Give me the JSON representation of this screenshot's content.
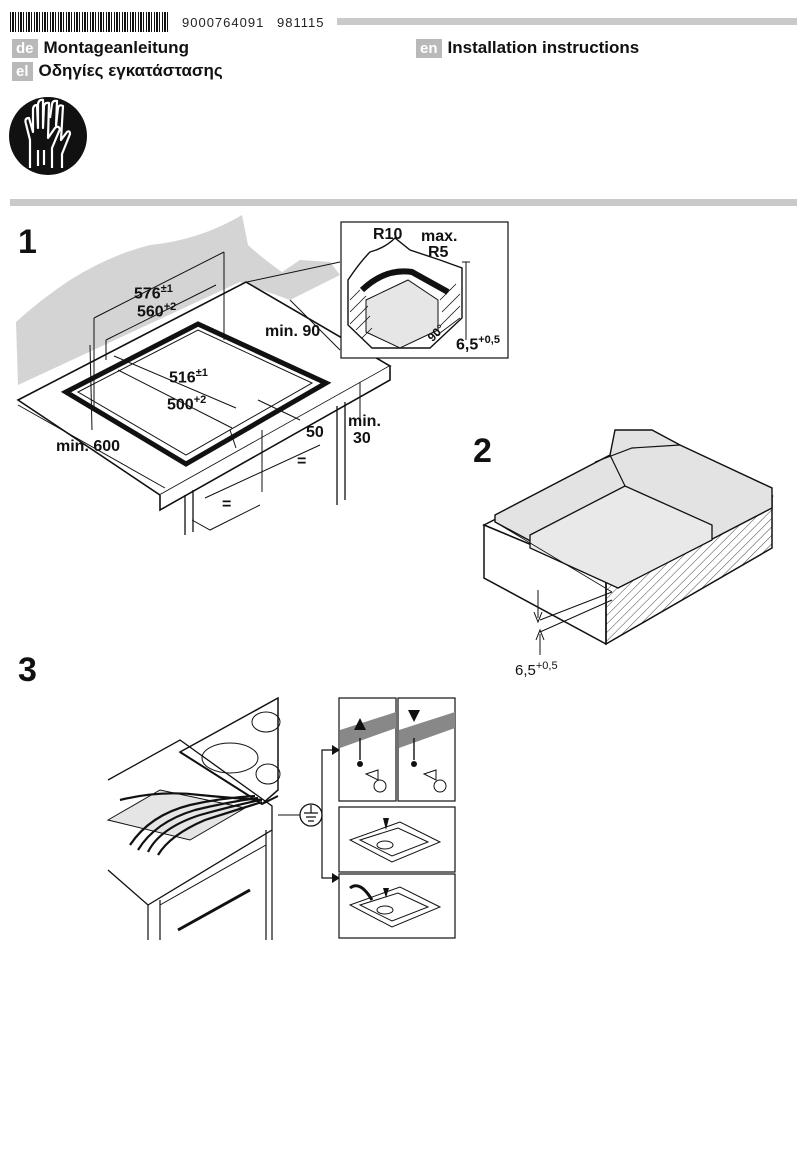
{
  "header": {
    "doc_number": "9000764091",
    "doc_date": "981115",
    "languages": [
      {
        "code": "de",
        "title": "Montageanleitung"
      },
      {
        "code": "el",
        "title": "Οδηγίες εγκατάστασης"
      },
      {
        "code": "en",
        "title": "Installation instructions"
      }
    ]
  },
  "icons": {
    "safety": "gloves-icon",
    "earth": "earth-ground-icon"
  },
  "steps": {
    "s1": "1",
    "s2": "2",
    "s3": "3"
  },
  "fig1": {
    "d576": "576",
    "d576_tol": "±1",
    "d560": "560",
    "d560_tol": "+2",
    "min90": "min. 90",
    "d516": "516",
    "d516_tol": "±1",
    "d500": "500",
    "d500_tol": "+2",
    "d50": "50",
    "min30_a": "min.",
    "min30_b": "30",
    "min600": "min. 600",
    "eq1": "=",
    "eq2": "=",
    "r10": "R10",
    "maxr5_a": "max.",
    "maxr5_b": "R5",
    "deg": "90°",
    "d65": "6,5",
    "d65_tol": "+0,5"
  },
  "fig2": {
    "d65": "6,5",
    "d65_tol": "+0,5"
  }
}
